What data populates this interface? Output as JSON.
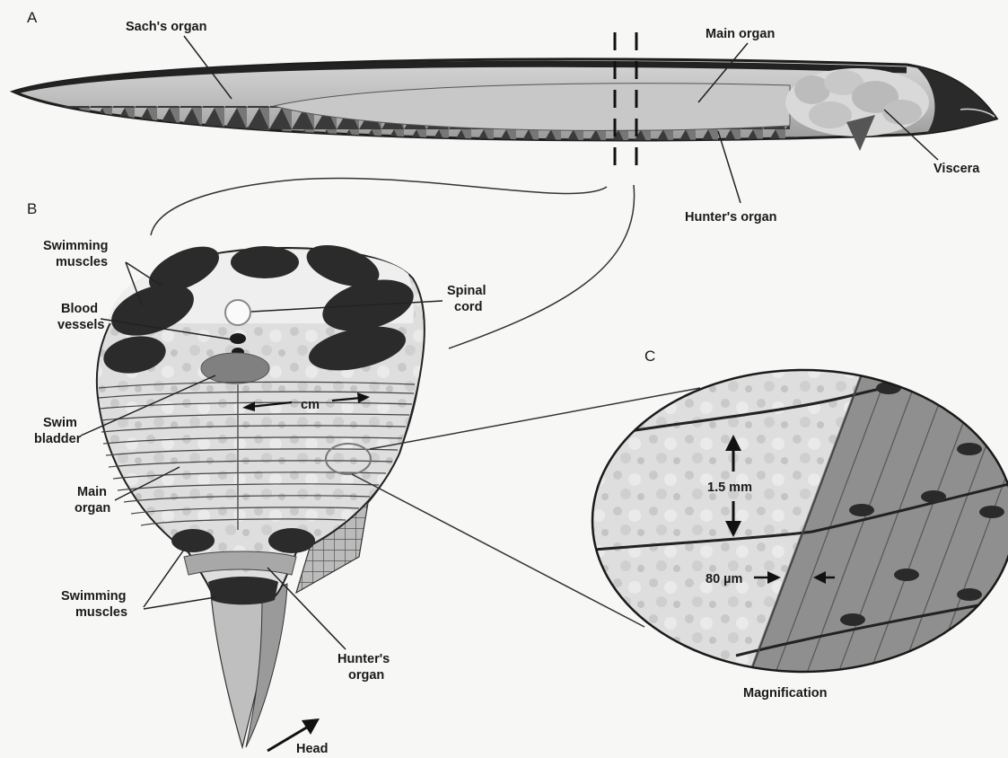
{
  "panels": {
    "a": "A",
    "b": "B",
    "c": "C"
  },
  "panel_a": {
    "sachs_organ": "Sach's organ",
    "main_organ": "Main organ",
    "viscera": "Viscera",
    "hunters_organ": "Hunter's organ"
  },
  "panel_b": {
    "swimming_muscles_top": [
      "Swimming",
      "muscles"
    ],
    "blood_vessels": [
      "Blood",
      "vessels"
    ],
    "spinal_cord": [
      "Spinal",
      "cord"
    ],
    "swim_bladder": [
      "Swim",
      "bladder"
    ],
    "cm": "cm",
    "main_organ": [
      "Main",
      "organ"
    ],
    "swimming_muscles_bottom": [
      "Swimming",
      "muscles"
    ],
    "hunters_organ": [
      "Hunter's",
      "organ"
    ],
    "head": "Head"
  },
  "panel_c": {
    "spacing": "1.5 mm",
    "thickness": "80 µm",
    "caption": "Magnification"
  },
  "colors": {
    "background": "#f7f7f5",
    "dark_tissue": "#2a2a2a",
    "organ_gray": "#cfcfcf",
    "plate_gray": "#8a8a8a"
  }
}
